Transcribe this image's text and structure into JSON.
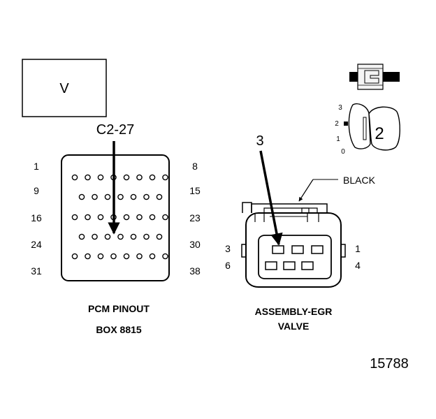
{
  "view_box": {
    "label": "V"
  },
  "pcm": {
    "cavity_callout": "C2-27",
    "caption_line1": "PCM PINOUT",
    "caption_line2": "BOX 8815",
    "row_labels_left": [
      "1",
      "9",
      "16",
      "24",
      "31"
    ],
    "row_labels_right": [
      "8",
      "15",
      "23",
      "30",
      "38"
    ],
    "row_pin_counts": [
      8,
      7,
      8,
      7,
      8
    ],
    "highlighted_row": 4,
    "highlighted_pin": 2
  },
  "egr": {
    "wire_callout": "3",
    "color_label": "BLACK",
    "caption_line1": "ASSEMBLY-EGR",
    "caption_line2": "VALVE",
    "pin_labels": {
      "top_left": "3",
      "top_right": "1",
      "bottom_left": "6",
      "bottom_right": "4"
    }
  },
  "view_icon": {
    "number": "2",
    "scale_labels": [
      "3",
      "2",
      "1",
      "0"
    ]
  },
  "figure_number": "15788"
}
